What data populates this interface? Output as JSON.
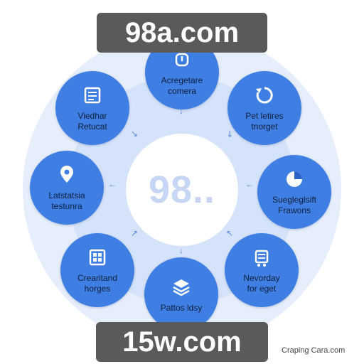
{
  "watermarks": {
    "top": "98a.com",
    "bottom": "15w.com"
  },
  "center": {
    "text": "98.."
  },
  "nodes": [
    {
      "label": "Acregetare\ncomera",
      "icon": "power-icon"
    },
    {
      "label": "Pet letires\ntnorget",
      "icon": "refresh-icon"
    },
    {
      "label": "Suegleglsift\nFrawons",
      "icon": "chart-pie-icon"
    },
    {
      "label": "Nevorday\nfor eget",
      "icon": "cart-icon"
    },
    {
      "label": "Pattos ldsy",
      "icon": "layers-icon"
    },
    {
      "label": "Crearitand\nhorges",
      "icon": "grid-icon"
    },
    {
      "label": "Latstatsia\ntestunra",
      "icon": "location-icon"
    },
    {
      "label": "Viedhar\nRetucat",
      "icon": "list-icon"
    }
  ],
  "credit": "Craping Cara.com",
  "colors": {
    "node": "#3f7fe3",
    "ring_outer": "#e6eefb",
    "ring_mid": "#d5e3fa",
    "arrow": "#5c86d6"
  }
}
